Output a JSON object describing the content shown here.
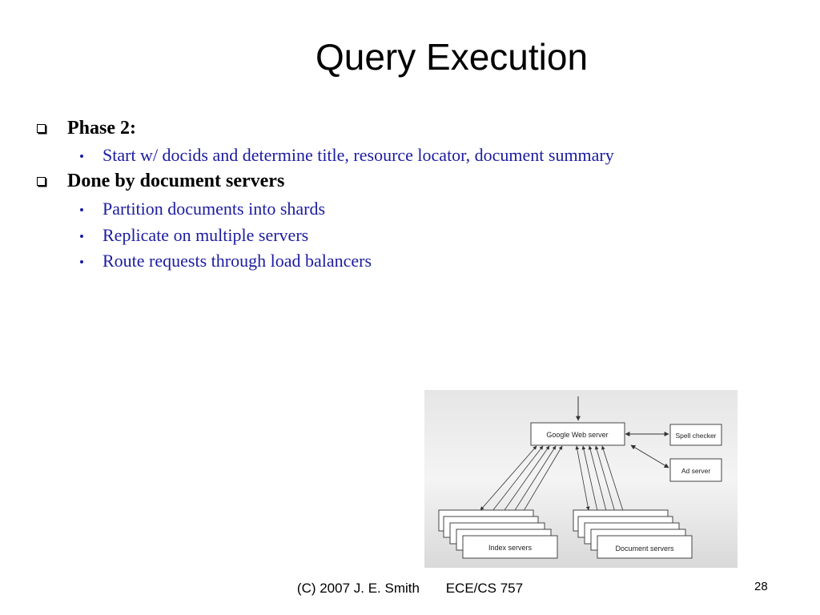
{
  "slide": {
    "title": "Query Execution",
    "bullets": [
      {
        "text": "Phase 2:",
        "children": [
          "Start w/ docids and determine title, resource locator, document summary"
        ]
      },
      {
        "text": "Done by document servers",
        "children": [
          "Partition documents into shards",
          "Replicate on multiple servers",
          "Route requests through load balancers"
        ]
      }
    ]
  },
  "diagram": {
    "web_server": "Google Web server",
    "spell_checker": "Spell checker",
    "ad_server": "Ad server",
    "index_servers": "Index servers",
    "document_servers": "Document servers"
  },
  "footer": {
    "copyright": "(C) 2007 J. E. Smith",
    "course": "ECE/CS 757",
    "page_number": "28"
  }
}
